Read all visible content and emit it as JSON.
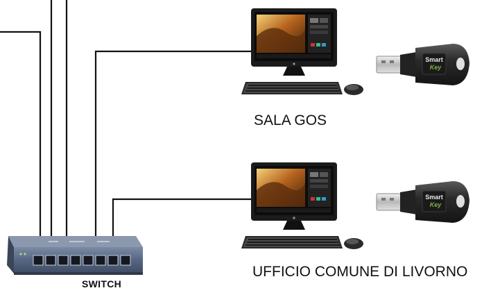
{
  "labels": {
    "workstation_top": "SALA GOS",
    "workstation_bottom": "UFFICIO COMUNE DI LIVORNO",
    "switch": "SWITCH"
  },
  "smart_key_branding": [
    "Smart",
    "Key"
  ],
  "icons": [
    "network-switch-icon",
    "desktop-computer-icon",
    "keyboard-icon",
    "mouse-icon",
    "usb-smart-key-icon"
  ],
  "colors": {
    "cable": "#111111",
    "switch_body": "#5d6d86",
    "monitor_frame": "#1c1c1c",
    "key_body": "#2b2b2b",
    "key_logo": "#6fa63a"
  }
}
